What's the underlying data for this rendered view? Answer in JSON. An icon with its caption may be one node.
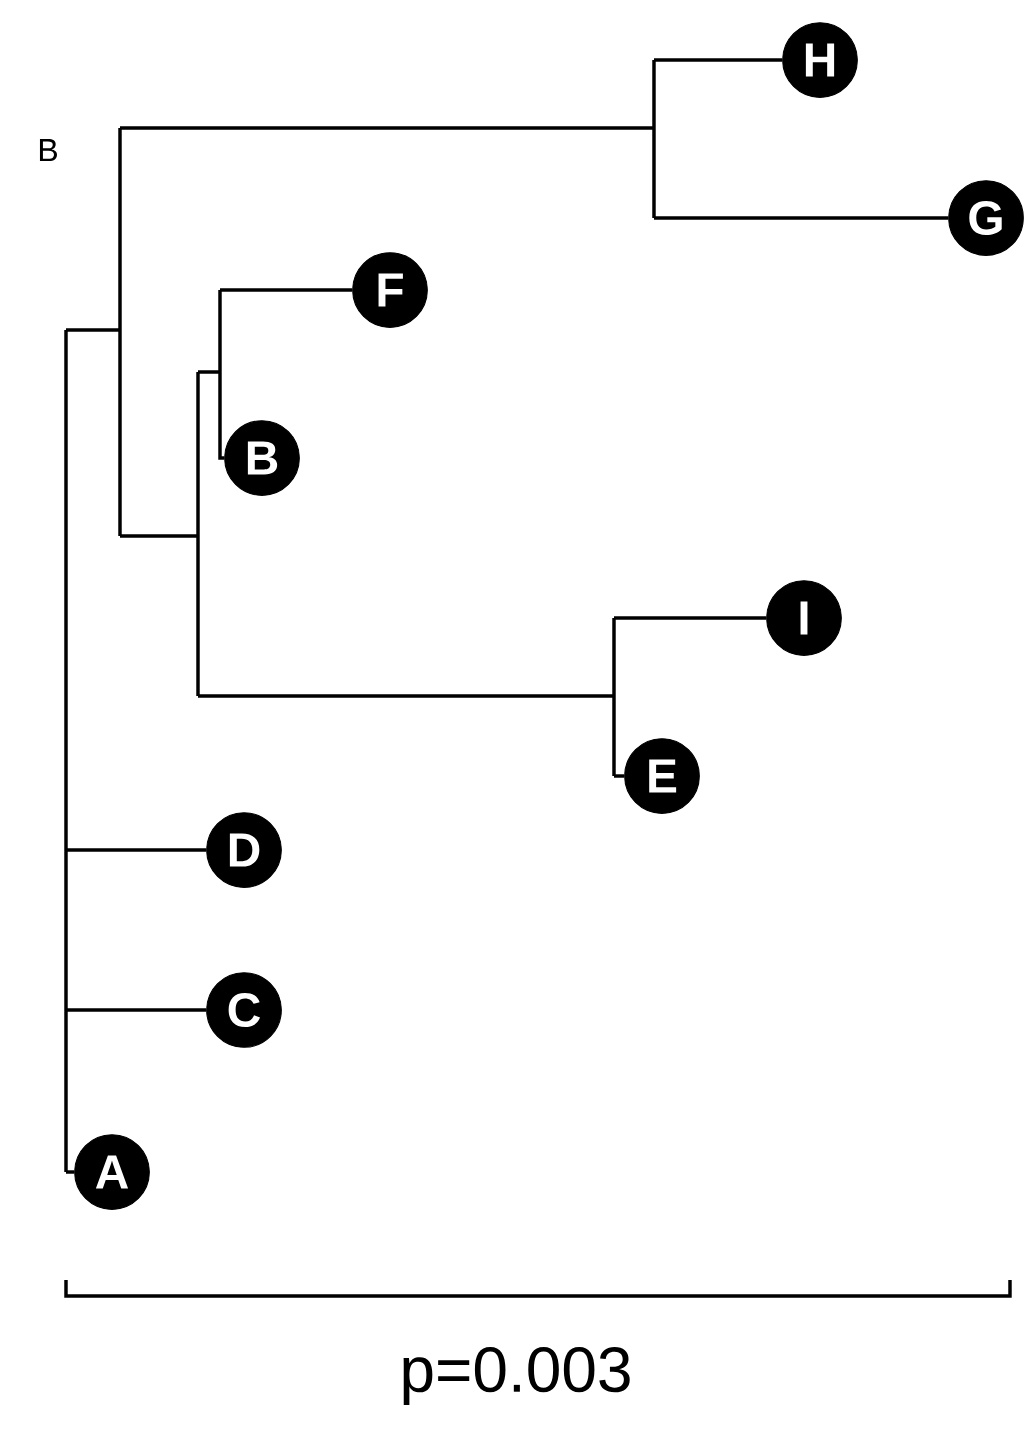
{
  "diagram": {
    "nodes": [
      {
        "text": [
          "H"
        ]
      },
      {
        "text": [
          "G"
        ]
      },
      {
        "text": [
          "F"
        ]
      },
      {
        "text": [
          "B"
        ]
      },
      {
        "text": [
          "I"
        ]
      },
      {
        "text": [
          "E"
        ]
      },
      {
        "text": [
          "D"
        ]
      },
      {
        "text": [
          "C"
        ]
      },
      {
        "text": [
          "A"
        ]
      }
    ],
    "edges": [
      {
        "from": null,
        "to": 0,
        "arrow": "none"
      },
      {
        "from": null,
        "to": 1,
        "arrow": "none"
      },
      {
        "from": null,
        "to": 2,
        "arrow": "none"
      },
      {
        "from": null,
        "to": 3,
        "arrow": "none"
      },
      {
        "from": null,
        "to": 4,
        "arrow": "none"
      },
      {
        "from": null,
        "to": 5,
        "arrow": "none"
      },
      {
        "from": null,
        "to": 6,
        "arrow": "none"
      },
      {
        "from": null,
        "to": 7,
        "arrow": "none"
      },
      {
        "from": null,
        "to": 8,
        "arrow": "none"
      }
    ],
    "labels": [
      "B",
      "p=0.003"
    ]
  }
}
